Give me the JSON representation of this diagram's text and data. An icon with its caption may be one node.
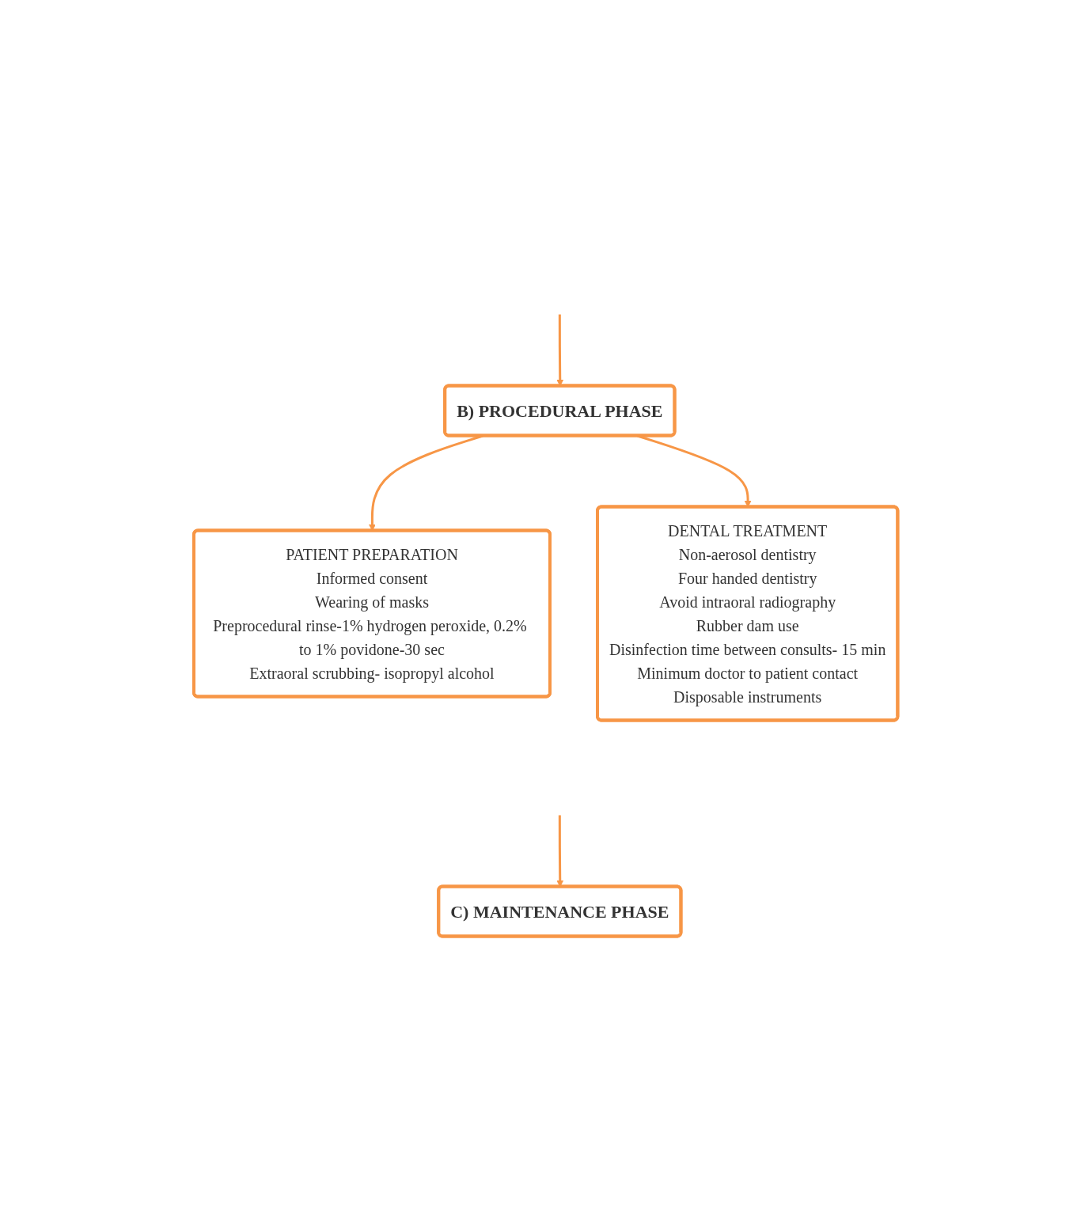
{
  "diagram": {
    "nodes": [
      {
        "text": [
          "B) PROCEDURAL PHASE"
        ]
      },
      {
        "text": [
          "PATIENT PREPARATION",
          "Informed consent",
          "Wearing of masks",
          "Preprocedural rinse-1% hydrogen peroxide, 0.2% to 1% povidone-30 sec",
          "Extraoral scrubbing- isopropyl alcohol"
        ]
      },
      {
        "text": [
          "DENTAL TREATMENT",
          "Non-aerosol dentistry",
          "Four handed dentistry",
          "Avoid intraoral radiography",
          "Rubber dam use",
          "Disinfection time between consults- 15 min",
          "Minimum doctor to patient contact",
          "Disposable instruments"
        ]
      },
      {
        "text": [
          "C) MAINTENANCE PHASE"
        ]
      }
    ],
    "edges": [
      {
        "from": null,
        "to": 0,
        "arrow": "to"
      },
      {
        "from": 0,
        "to": 1,
        "arrow": "to"
      },
      {
        "from": 0,
        "to": 2,
        "arrow": "to"
      },
      {
        "from": null,
        "to": 3,
        "arrow": "to"
      }
    ]
  }
}
